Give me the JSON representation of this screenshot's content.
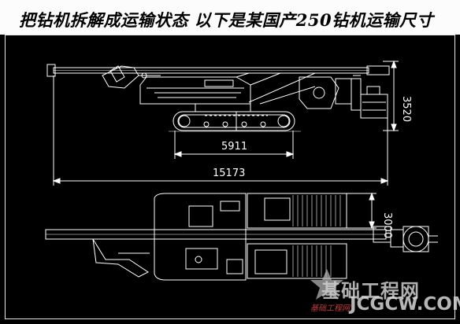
{
  "title": "把钻机拆解成运输状态 以下是某国产250钻机运输尺寸",
  "dimensions": {
    "height_side": "3520",
    "track_length": "5911",
    "overall_length": "15173",
    "width_top": "3000"
  },
  "watermark": {
    "site_name": "基础工程网",
    "url": "JCGCW.COM",
    "tagline": "基础工程网"
  },
  "colors": {
    "background": "#000000",
    "lines": "#ffffff",
    "title_bar": "#fcfcfc",
    "title_text": "#000000"
  }
}
